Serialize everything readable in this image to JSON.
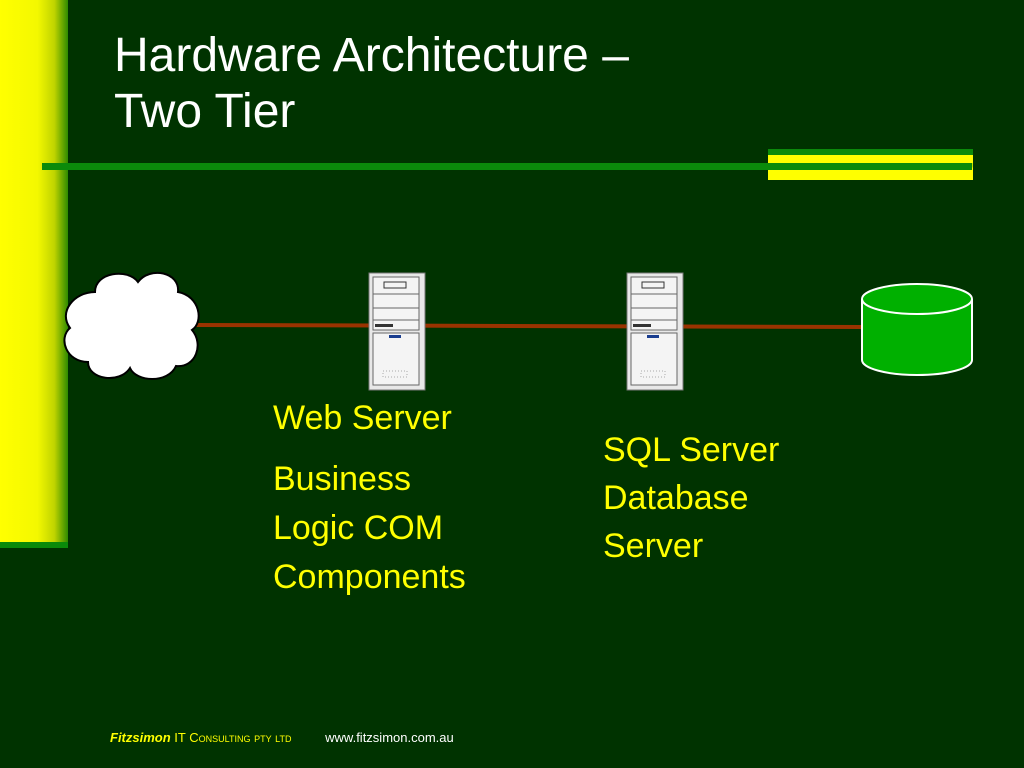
{
  "slide": {
    "title_line1": "Hardware Architecture –",
    "title_line2": "Two Tier"
  },
  "diagram": {
    "nodes": [
      {
        "id": "cloud",
        "icon": "cloud-icon"
      },
      {
        "id": "web-server",
        "icon": "server-tower-icon"
      },
      {
        "id": "sql-server",
        "icon": "server-tower-icon"
      },
      {
        "id": "database",
        "icon": "database-cylinder-icon"
      }
    ],
    "web_server_label": "Web Server",
    "business_logic_label": [
      "Business",
      "Logic COM",
      "Components"
    ],
    "sql_server_label": [
      "SQL Server",
      "Database",
      "Server"
    ],
    "link_color": "#993300",
    "label_color": "#ffff00"
  },
  "footer": {
    "brand": "Fitzsimon",
    "company": "IT Consulting pty ltd",
    "url": "www.fitzsimon.com.au"
  },
  "colors": {
    "background": "#003300",
    "accent": "#ffff00",
    "rule": "#0b8a0b"
  }
}
